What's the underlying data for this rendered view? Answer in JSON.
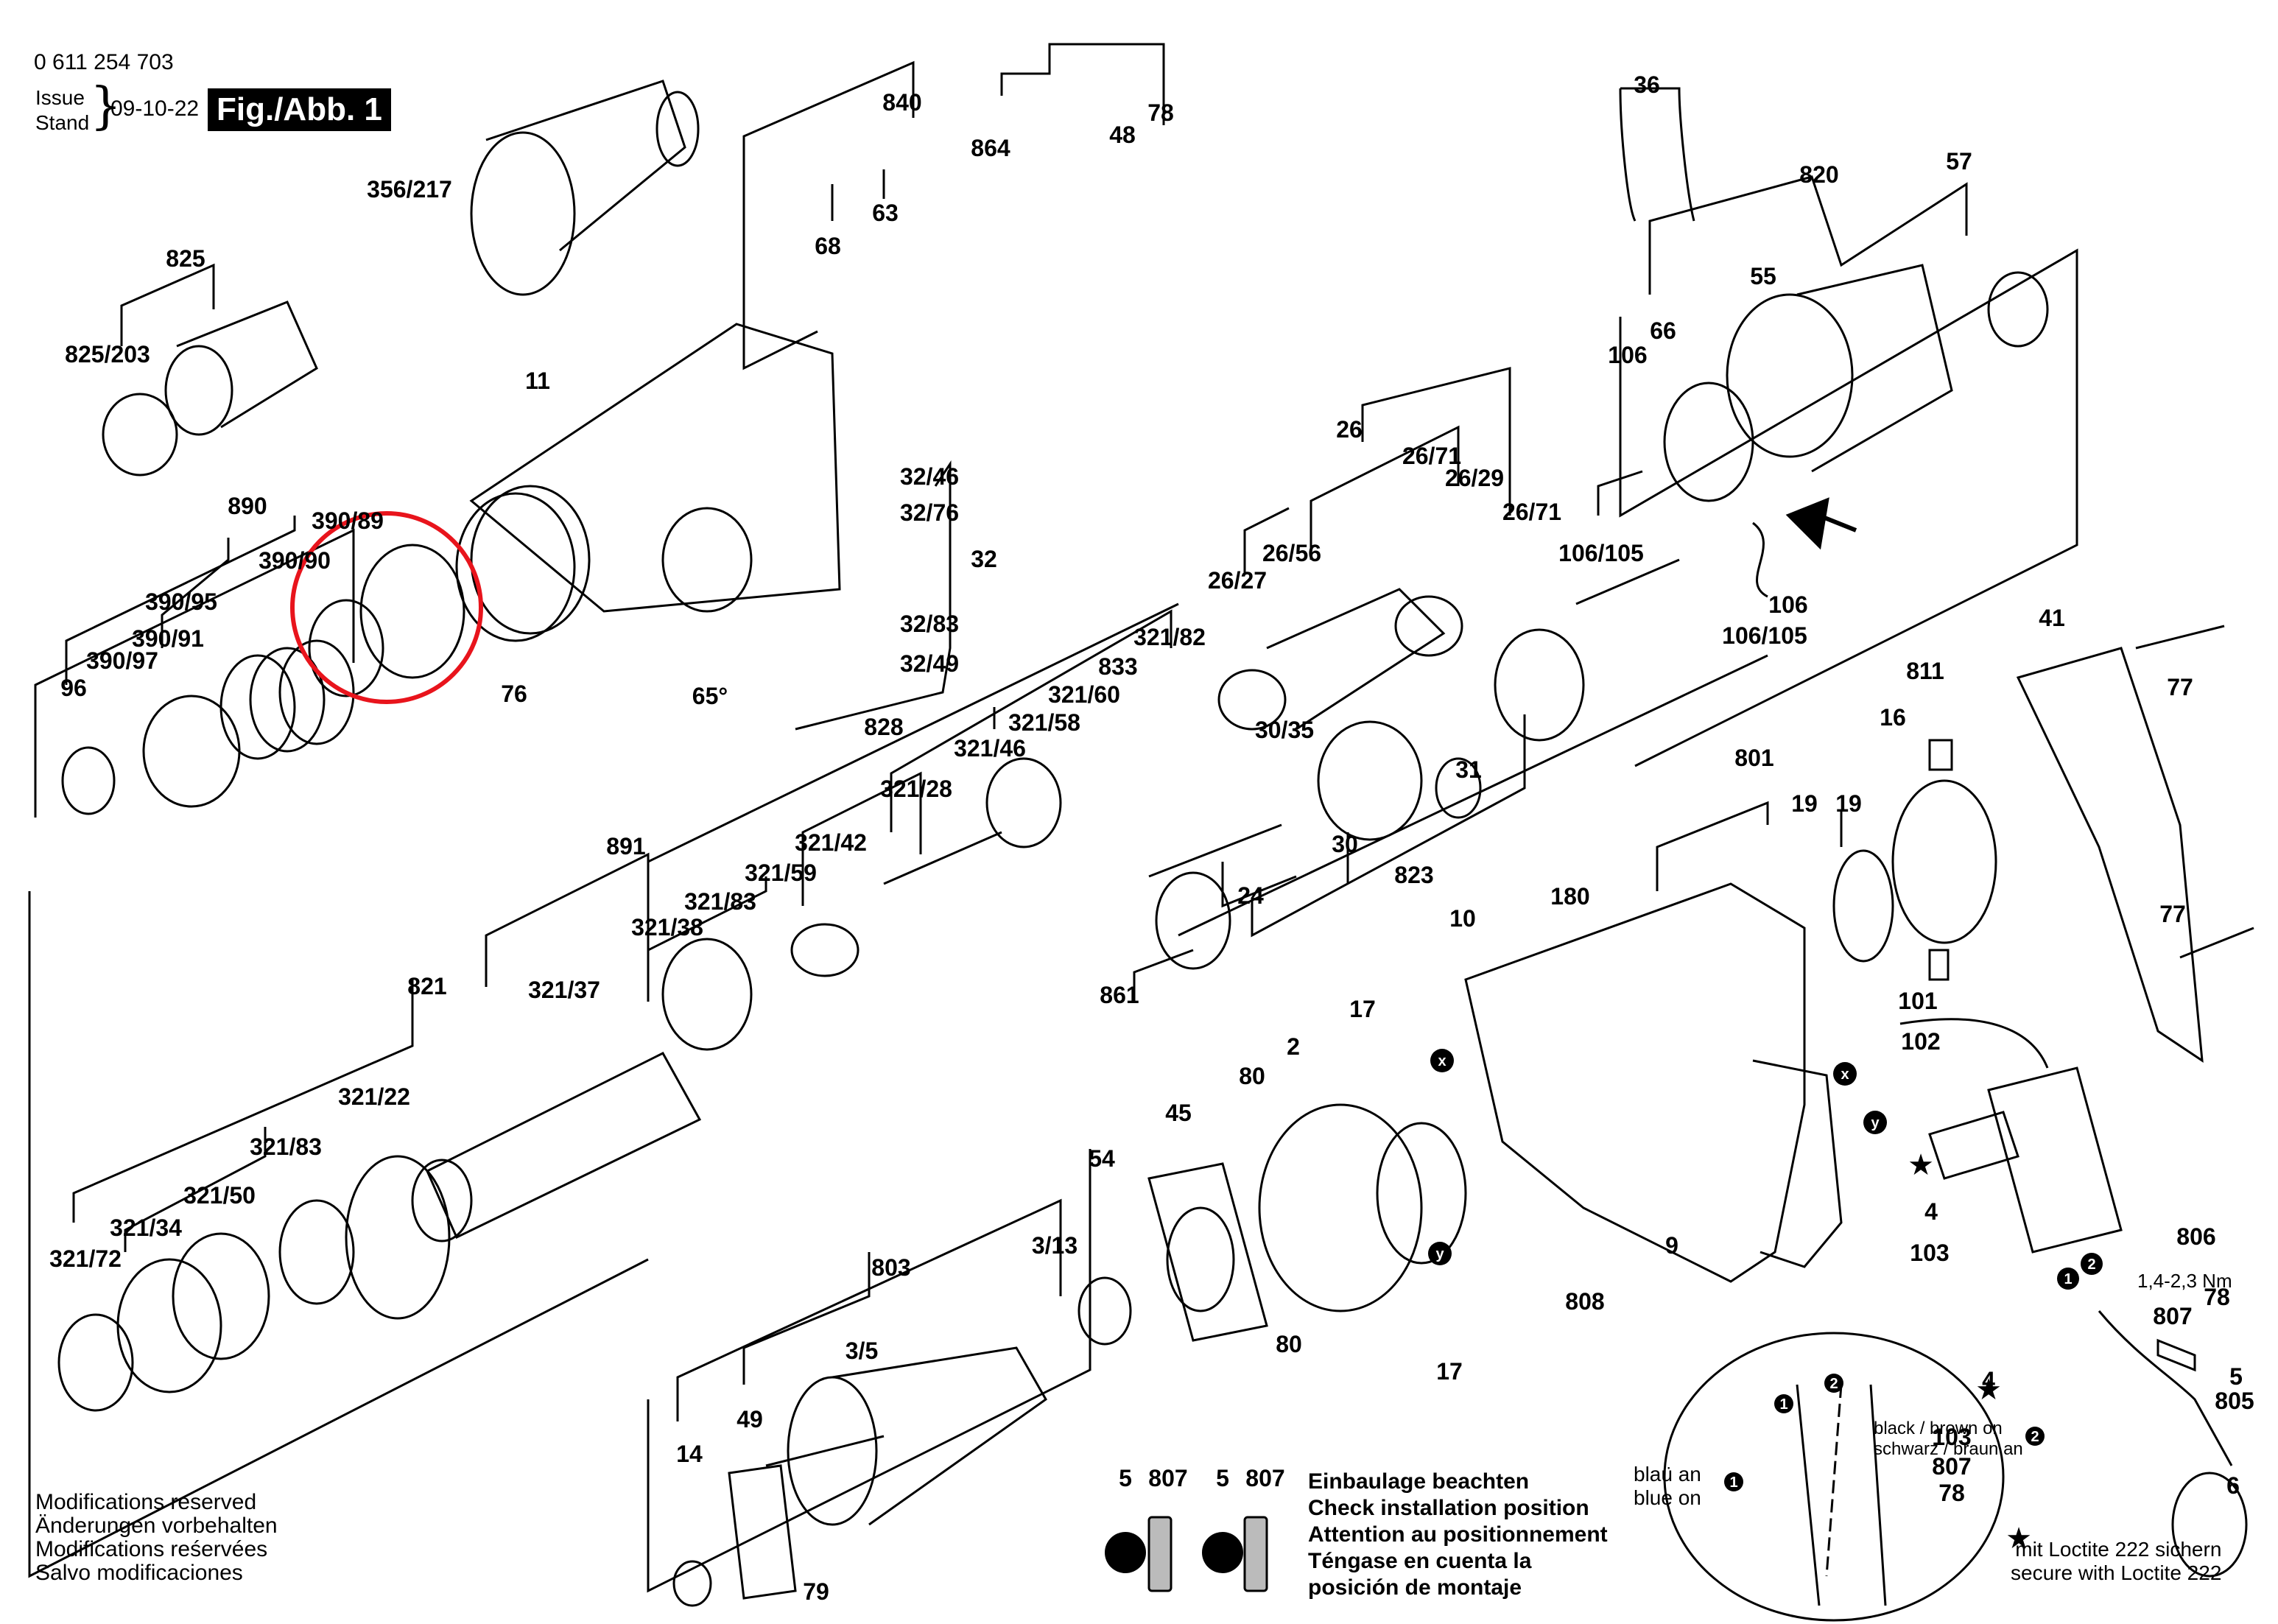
{
  "header": {
    "part_number": "0 611 254 703",
    "issue_label": "Issue",
    "stand_label": "Stand",
    "issue_date": "09-10-22",
    "figure_title": "Fig./Abb. 1"
  },
  "callouts": [
    {
      "label": "356/217"
    },
    {
      "label": "825"
    },
    {
      "label": "825/203"
    },
    {
      "label": "840"
    },
    {
      "label": "864"
    },
    {
      "label": "48"
    },
    {
      "label": "78"
    },
    {
      "label": "63"
    },
    {
      "label": "68"
    },
    {
      "label": "11"
    },
    {
      "label": "890"
    },
    {
      "label": "390/89"
    },
    {
      "label": "390/90"
    },
    {
      "label": "390/95"
    },
    {
      "label": "390/91"
    },
    {
      "label": "390/97"
    },
    {
      "label": "96"
    },
    {
      "label": "76"
    },
    {
      "label": "32/46"
    },
    {
      "label": "32/76"
    },
    {
      "label": "32"
    },
    {
      "label": "32/83"
    },
    {
      "label": "32/49"
    },
    {
      "label": "65°"
    },
    {
      "label": "36"
    },
    {
      "label": "820"
    },
    {
      "label": "57"
    },
    {
      "label": "55"
    },
    {
      "label": "66"
    },
    {
      "label": "106"
    },
    {
      "label": "106/105"
    },
    {
      "label": "106"
    },
    {
      "label": "106/105"
    },
    {
      "label": "26"
    },
    {
      "label": "26/71"
    },
    {
      "label": "26/29"
    },
    {
      "label": "26/71"
    },
    {
      "label": "26/56"
    },
    {
      "label": "26/27"
    },
    {
      "label": "321/82"
    },
    {
      "label": "833"
    },
    {
      "label": "321/60"
    },
    {
      "label": "321/58"
    },
    {
      "label": "321/46"
    },
    {
      "label": "828"
    },
    {
      "label": "321/28"
    },
    {
      "label": "321/42"
    },
    {
      "label": "321/59"
    },
    {
      "label": "891"
    },
    {
      "label": "321/83"
    },
    {
      "label": "321/38"
    },
    {
      "label": "321/37"
    },
    {
      "label": "821"
    },
    {
      "label": "321/22"
    },
    {
      "label": "321/83"
    },
    {
      "label": "321/50"
    },
    {
      "label": "321/34"
    },
    {
      "label": "321/72"
    },
    {
      "label": "30/35"
    },
    {
      "label": "31"
    },
    {
      "label": "30"
    },
    {
      "label": "823"
    },
    {
      "label": "24"
    },
    {
      "label": "861"
    },
    {
      "label": "41"
    },
    {
      "label": "77"
    },
    {
      "label": "77"
    },
    {
      "label": "811"
    },
    {
      "label": "16"
    },
    {
      "label": "801"
    },
    {
      "label": "19"
    },
    {
      "label": "19"
    },
    {
      "label": "10"
    },
    {
      "label": "180"
    },
    {
      "label": "17"
    },
    {
      "label": "2"
    },
    {
      "label": "80"
    },
    {
      "label": "45"
    },
    {
      "label": "54"
    },
    {
      "label": "3/13"
    },
    {
      "label": "803"
    },
    {
      "label": "3/5"
    },
    {
      "label": "49"
    },
    {
      "label": "14"
    },
    {
      "label": "79"
    },
    {
      "label": "80"
    },
    {
      "label": "17"
    },
    {
      "label": "808"
    },
    {
      "label": "9"
    },
    {
      "label": "101"
    },
    {
      "label": "102"
    },
    {
      "label": "4"
    },
    {
      "label": "103"
    },
    {
      "label": "806"
    },
    {
      "label": "807"
    },
    {
      "label": "78"
    },
    {
      "label": "5"
    },
    {
      "label": "805"
    },
    {
      "label": "6"
    },
    {
      "label": "5"
    },
    {
      "label": "807"
    },
    {
      "label": "5"
    },
    {
      "label": "807"
    },
    {
      "label": "4"
    },
    {
      "label": "103"
    },
    {
      "label": "807"
    },
    {
      "label": "78"
    }
  ],
  "markers": {
    "x": "x",
    "y": "y",
    "one": "1",
    "two": "2",
    "star": "★"
  },
  "notes": {
    "modifications": [
      "Modifications reserved",
      "Änderungen vorbehalten",
      "Modifications reśervées",
      "Salvo modificaciones"
    ],
    "install_position": [
      "Einbaulage beachten",
      "Check installation position",
      "Attention au positionnement",
      "Téngase en cuenta la",
      "posición de montaje"
    ],
    "loctite": [
      "mit Loctite 222 sichern",
      "secure with Loctite 222"
    ],
    "cable_black_brown": [
      "black / brown on",
      "schwarz / braun an"
    ],
    "cable_blue": [
      "blaü an",
      "blue on"
    ],
    "torque": "1,4-2,3 Nm"
  },
  "colors": {
    "highlight_circle": "#e8141c",
    "ink": "#000000"
  }
}
